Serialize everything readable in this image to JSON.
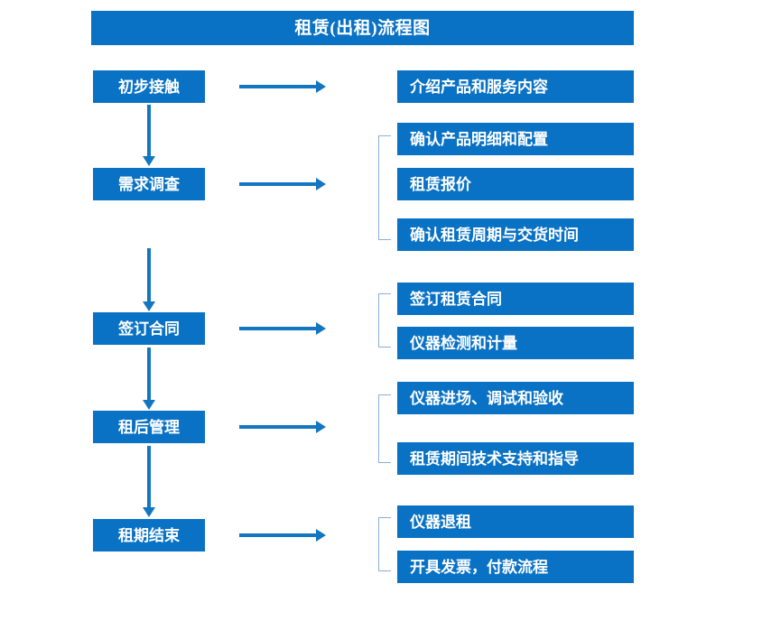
{
  "diagram": {
    "title": "租赁(出租)流程图",
    "colors": {
      "node_fill": "#0a72c4",
      "node_text": "#ffffff",
      "connector": "#1276c0",
      "bracket": "#8ab0d6",
      "background": "#ffffff"
    },
    "stages": [
      {
        "id": "stage-1",
        "label": "初步接触"
      },
      {
        "id": "stage-2",
        "label": "需求调查"
      },
      {
        "id": "stage-3",
        "label": "签订合同"
      },
      {
        "id": "stage-4",
        "label": "租后管理"
      },
      {
        "id": "stage-5",
        "label": "租期结束"
      }
    ],
    "details": [
      {
        "id": "detail-1-1",
        "stage": "初步接触",
        "label": "介绍产品和服务内容"
      },
      {
        "id": "detail-2-1",
        "stage": "需求调查",
        "label": "确认产品明细和配置"
      },
      {
        "id": "detail-2-2",
        "stage": "需求调查",
        "label": "租赁报价"
      },
      {
        "id": "detail-2-3",
        "stage": "需求调查",
        "label": "确认租赁周期与交货时间"
      },
      {
        "id": "detail-3-1",
        "stage": "签订合同",
        "label": "签订租赁合同"
      },
      {
        "id": "detail-3-2",
        "stage": "签订合同",
        "label": "仪器检测和计量"
      },
      {
        "id": "detail-4-1",
        "stage": "租后管理",
        "label": "仪器进场、调试和验收"
      },
      {
        "id": "detail-4-2",
        "stage": "租后管理",
        "label": "租赁期间技术支持和指导"
      },
      {
        "id": "detail-5-1",
        "stage": "租期结束",
        "label": "仪器退租"
      },
      {
        "id": "detail-5-2",
        "stage": "租期结束",
        "label": "开具发票，付款流程"
      }
    ]
  }
}
